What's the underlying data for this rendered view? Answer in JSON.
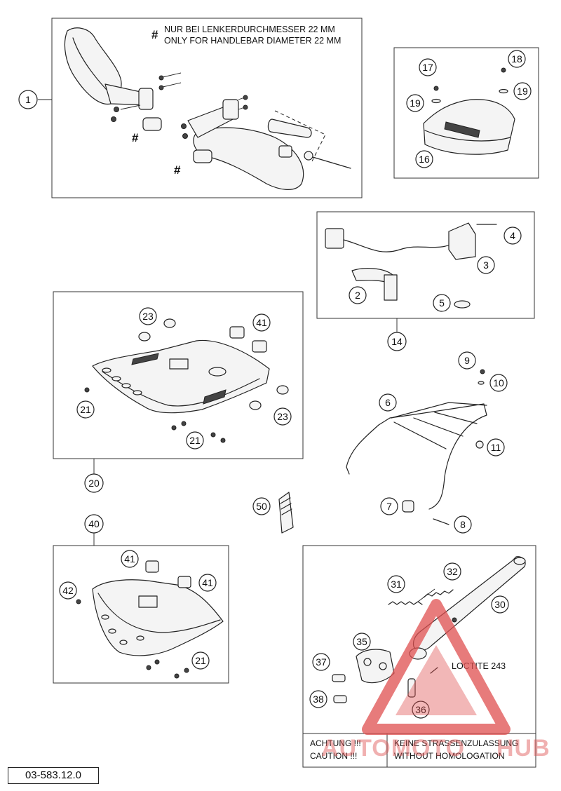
{
  "diagram": {
    "part_code": "03-583.12.0",
    "notes": {
      "hash_symbol": "#",
      "handlebar_de": "NUR BEI LENKERDURCHMESSER 22 MM",
      "handlebar_en": "ONLY FOR HANDLEBAR DIAMETER 22 MM",
      "loctite": "LOCTITE 243",
      "warning_label_de": "ACHTUNG !!!",
      "warning_label_en": "CAUTION !!!",
      "warning_text_de": "KEINE STRASSENZULASSUNG",
      "warning_text_en": "WITHOUT HOMOLOGATION"
    },
    "callouts": {
      "c1": "1",
      "c2": "2",
      "c3": "3",
      "c4": "4",
      "c5": "5",
      "c6": "6",
      "c7": "7",
      "c8": "8",
      "c9": "9",
      "c10": "10",
      "c11": "11",
      "c14": "14",
      "c16": "16",
      "c17": "17",
      "c18": "18",
      "c19a": "19",
      "c19b": "19",
      "c20": "20",
      "c21a": "21",
      "c21b": "21",
      "c21c": "21",
      "c23a": "23",
      "c23b": "23",
      "c30": "30",
      "c31": "31",
      "c32": "32",
      "c35": "35",
      "c36": "36",
      "c37": "37",
      "c38": "38",
      "c40": "40",
      "c41a": "41",
      "c41b": "41",
      "c41c": "41",
      "c42": "42",
      "c50": "50"
    },
    "watermark": {
      "left_text": "AUTOMOTO",
      "right_text": "HUB",
      "color": "#e05050"
    }
  }
}
